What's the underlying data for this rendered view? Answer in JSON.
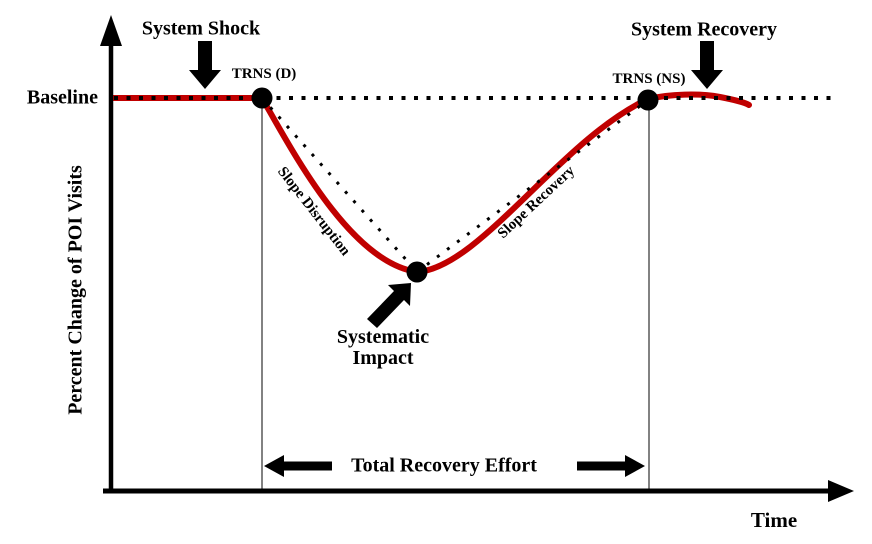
{
  "figure": {
    "kind": "conceptual-resilience-curve"
  },
  "axes": {
    "y_label": "Percent Change of POI Visits",
    "x_label": "Time",
    "baseline_label": "Baseline"
  },
  "annotations": {
    "system_shock": "System Shock",
    "system_recovery": "System Recovery",
    "trns_d": "TRNS (D)",
    "trns_ns": "TRNS (NS)",
    "slope_disruption": "Slope Disruption",
    "slope_recovery": "Slope Recovery",
    "systematic_impact_line1": "Systematic",
    "systematic_impact_line2": "Impact",
    "total_recovery_effort": "Total Recovery Effort"
  },
  "colors": {
    "curve": "#c00000",
    "ink": "#000000",
    "guide_line": "#3f3f3f"
  },
  "chart_data": {
    "type": "line",
    "title": "",
    "xlabel": "Time",
    "ylabel": "Percent Change of POI Visits",
    "x_axis_ticks": [],
    "y_axis_ticks": [],
    "grid": false,
    "legend": false,
    "value_scale_note": "qualitative figure - axes show no numeric ticks; y values estimated as percent of visible axis range below baseline (baseline = 0)",
    "series": [
      {
        "name": "POI visits resilience curve",
        "style": "solid",
        "color": "#c00000",
        "x_norm": [
          0.0,
          0.21,
          0.25,
          0.3,
          0.36,
          0.43,
          0.5,
          0.57,
          0.66,
          0.75,
          0.82,
          0.89
        ],
        "y_percent_change": [
          0,
          0,
          -12,
          -26,
          -37,
          -44,
          -38,
          -26,
          -11,
          0,
          1,
          -2
        ]
      },
      {
        "name": "Baseline reference",
        "style": "dotted",
        "color": "#000000",
        "x_norm": [
          0.0,
          1.0
        ],
        "y_percent_change": [
          0,
          0
        ]
      },
      {
        "name": "Slope Disruption chord",
        "style": "dotted",
        "color": "#000000",
        "x_norm": [
          0.21,
          0.43
        ],
        "y_percent_change": [
          0,
          -44
        ]
      },
      {
        "name": "Slope Recovery chord",
        "style": "dotted",
        "color": "#000000",
        "x_norm": [
          0.43,
          0.75
        ],
        "y_percent_change": [
          -44,
          0
        ]
      }
    ],
    "key_points": [
      {
        "label": "TRNS (D)",
        "x_norm": 0.21,
        "y_percent_change": 0
      },
      {
        "label": "Systematic Impact",
        "x_norm": 0.43,
        "y_percent_change": -44
      },
      {
        "label": "TRNS (NS)",
        "x_norm": 0.75,
        "y_percent_change": 0
      }
    ],
    "events": [
      {
        "label": "System Shock",
        "x_norm": 0.13,
        "marker": "thick down arrow above baseline"
      },
      {
        "label": "System Recovery",
        "x_norm": 0.83,
        "marker": "thick down arrow above baseline"
      }
    ],
    "intervals": [
      {
        "label": "Total Recovery Effort",
        "from": "TRNS (D)",
        "to": "TRNS (NS)",
        "marker": "left and right arrows near x-axis"
      }
    ]
  }
}
